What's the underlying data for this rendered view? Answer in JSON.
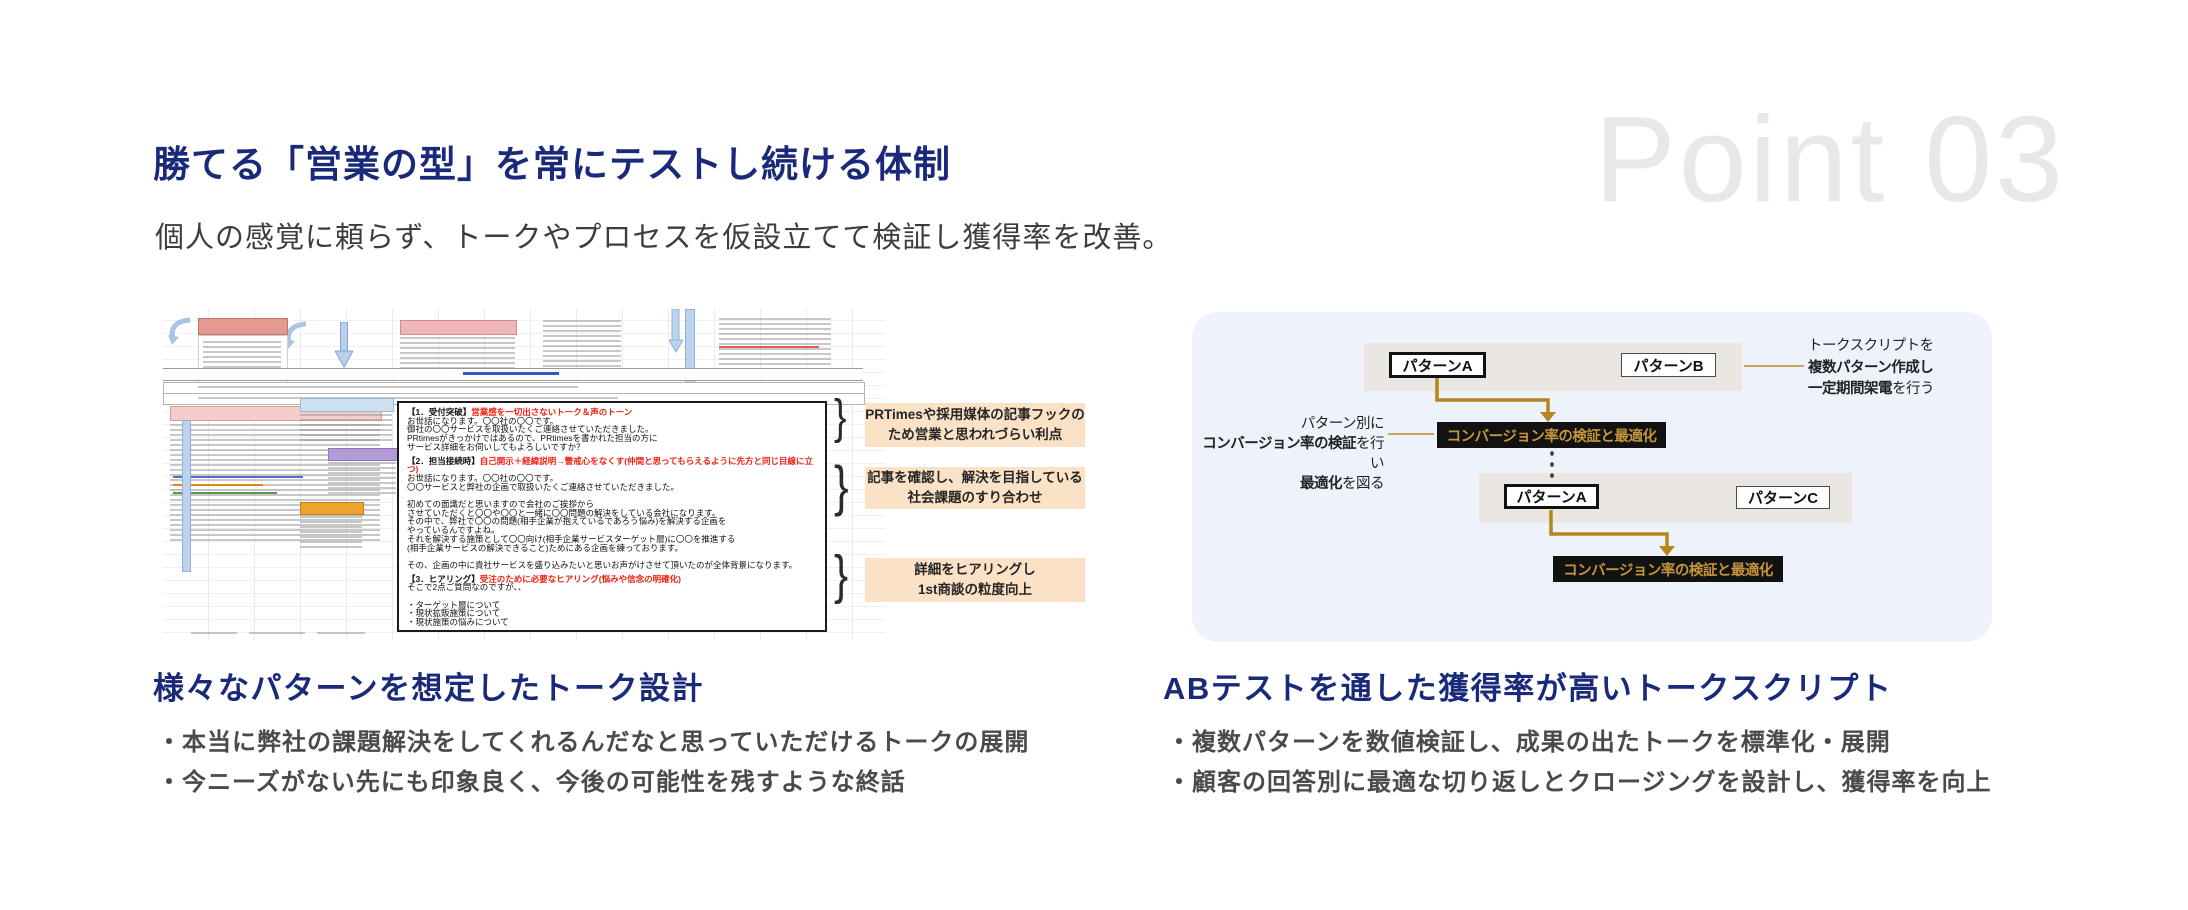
{
  "slide": {
    "title": "勝てる「営業の型」を常にテストし続ける体制",
    "subtitle": "個人の感覚に頼らず、トークやプロセスを仮設立てて検証し獲得率を改善。",
    "watermark": "Point 03"
  },
  "talk_script_panel": {
    "overlay": {
      "s1_label": "【1．受付突破】",
      "s1_highlight": "営業感を一切出さないトーク＆声のトーン",
      "s1_body": "お世話になります。〇〇社の〇〇です。\n御社の〇〇サービスを取扱いたくご連絡させていただきました。\nPRtimesがきっかけではあるので、PRtimesを書かれた担当の方に\nサービス詳細をお伺いしてもよろしいですか？",
      "s2_label": "【2．担当接続時】",
      "s2_highlight": "自己開示＋経緯説明→警戒心をなくす(仲間と思ってもらえるように先方と同じ目線に立つ)",
      "s2_body": "お世話になります。〇〇社の〇〇です。\n〇〇サービスと弊社の企画で取扱いたくご連絡させていただきました。\n\n初めての面識だと思いますので会社のご挨拶から\nさせていただくと〇〇や〇〇と一緒に〇〇問題の解決をしている会社になります。\nその中で、弊社で〇〇の問題(相手企業が抱えているであろう悩み)を解決する企画を\nやっているんですよね。\nそれを解決する施策として〇〇向け(相手企業サービスターゲット層)に〇〇を推進する\n(相手企業サービスの解決できること)ためにある企画を練っております。\n\nその、企画の中に貴社サービスを盛り込みたいと思いお声がけさせて頂いたのが全体背景になります。",
      "s3_label": "【3．ヒアリング】",
      "s3_highlight": "受注のために必要なヒアリング(悩みや信念の明確化)",
      "s3_body": "そこで2点ご質問なのですが、、\n\n・ターゲット層について\n・現状拡販施策について\n・現状施策の悩みについて"
    },
    "annotations": [
      "PRTimesや採用媒体の記事フックの\nため営業と思われづらい利点",
      "記事を確認し、解決を目指している\n社会課題のすり合わせ",
      "詳細をヒアリングし\n1st商談の粒度向上"
    ],
    "brace_glyph": "}"
  },
  "ab_test_panel": {
    "pattern_a1": "パターンA",
    "pattern_b": "パターンB",
    "pattern_a2": "パターンA",
    "pattern_c": "パターンC",
    "cv_label": "コンバージョン率の検証と最適化",
    "left_note": {
      "l1": "パターン別に",
      "l2_bold": "コンバージョン率の検証",
      "l2_rest": "を行い",
      "l3_bold": "最適化",
      "l3_rest": "を図る"
    },
    "right_note": {
      "l1": "トークスクリプトを",
      "l2_bold": "複数パターン作成し",
      "l3_bold": "一定期間架電",
      "l3_rest": "を行う"
    }
  },
  "bottom_left": {
    "heading": "様々なパターンを想定したトーク設計",
    "bullets": [
      "・本当に弊社の課題解決をしてくれるんだなと思っていただけるトークの展開",
      "・今ニーズがない先にも印象良く、今後の可能性を残すような終話"
    ]
  },
  "bottom_right": {
    "heading": "ABテストを通した獲得率が高いトークスクリプト",
    "bullets": [
      "・複数パターンを数値検証し、成果の出たトークを標準化・展開",
      "・顧客の回答別に最適な切り返しとクロージングを設計し、獲得率を向上"
    ]
  },
  "colors": {
    "navy": "#1a2a7a",
    "highlight_red": "#f01e0e",
    "gold_arrow": "#b5861d",
    "gold_text_on_black": "#c4953a",
    "panel_background": "#edf2fb",
    "annotation_orange": "#fbe2c6",
    "watermark_gray": "#e8e8e8"
  }
}
